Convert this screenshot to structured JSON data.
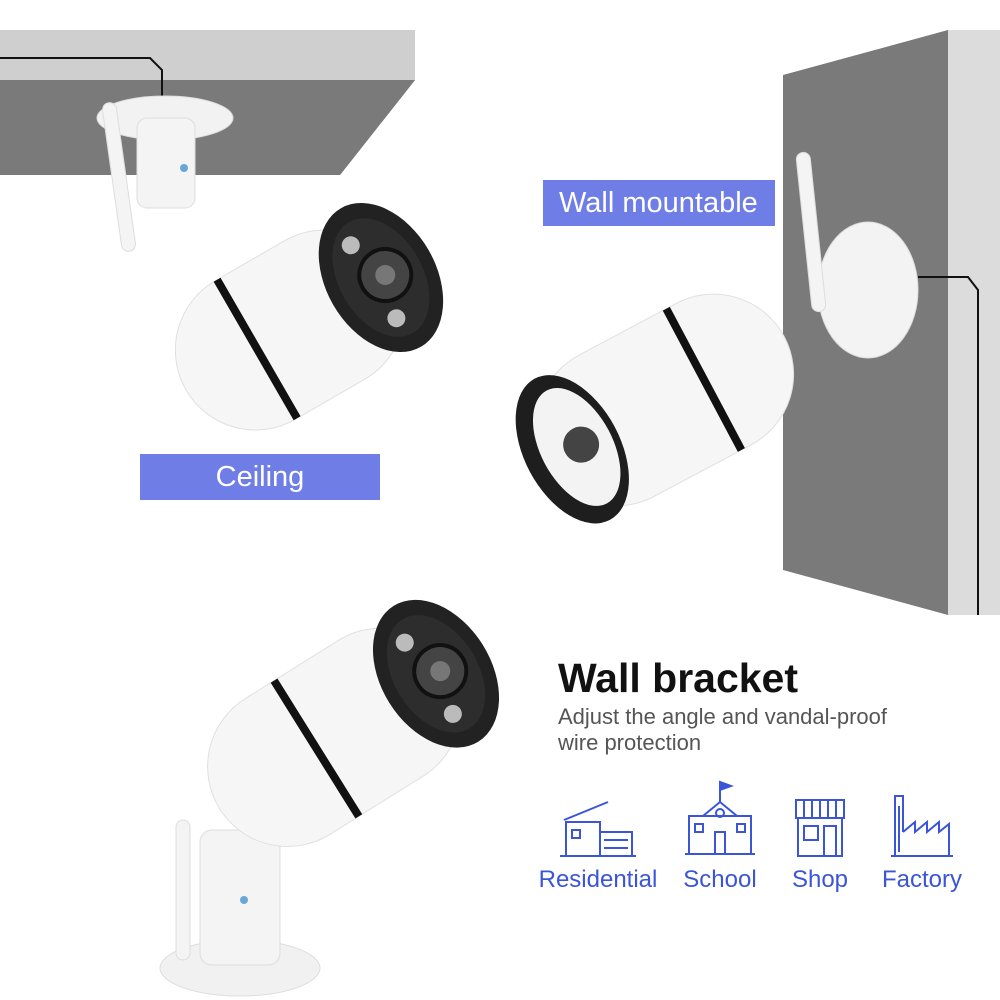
{
  "labels": {
    "ceiling": "Ceiling",
    "wall": "Wall mountable"
  },
  "heading": {
    "title": "Wall bracket",
    "description_line1": "Adjust the angle and vandal-proof",
    "description_line2": "wire protection"
  },
  "scenes": [
    {
      "icon": "residential-icon",
      "label": "Residential"
    },
    {
      "icon": "school-icon",
      "label": "School"
    },
    {
      "icon": "shop-icon",
      "label": "Shop"
    },
    {
      "icon": "factory-icon",
      "label": "Factory"
    }
  ],
  "colors": {
    "label_bg": "#6f7de6",
    "icon_blue": "#3a55d8",
    "surface_gray": "#7d7d7d"
  }
}
